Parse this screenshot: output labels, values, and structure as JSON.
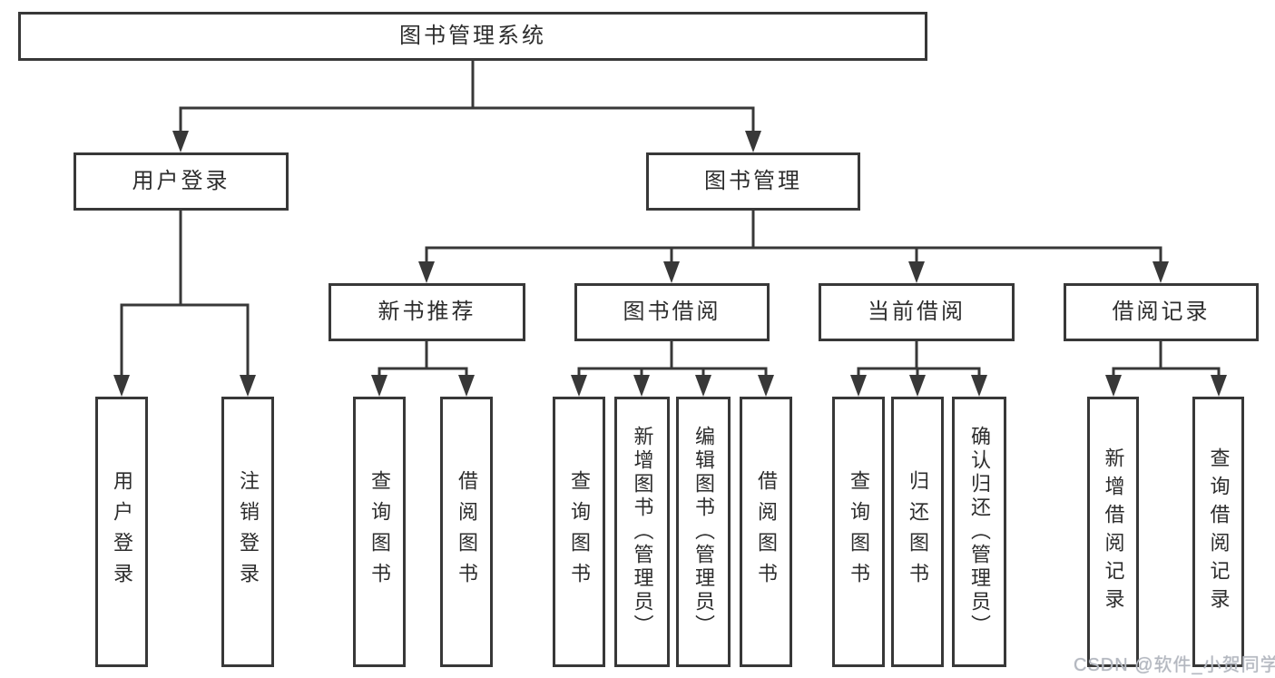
{
  "colors": {
    "line": "#383838",
    "text": "#2d2d2d",
    "watermark": "#b4b8c0",
    "background": "#ffffff"
  },
  "tree": {
    "label": "图书管理系统",
    "children": [
      {
        "label": "用户登录",
        "children": [
          {
            "label": "用户登录"
          },
          {
            "label": "注销登录"
          }
        ]
      },
      {
        "label": "图书管理",
        "children": [
          {
            "label": "新书推荐",
            "children": [
              {
                "label": "查询图书"
              },
              {
                "label": "借阅图书"
              }
            ]
          },
          {
            "label": "图书借阅",
            "children": [
              {
                "label": "查询图书"
              },
              {
                "label": "新增图书（管理员）"
              },
              {
                "label": "编辑图书（管理员）"
              },
              {
                "label": "借阅图书"
              }
            ]
          },
          {
            "label": "当前借阅",
            "children": [
              {
                "label": "查询图书"
              },
              {
                "label": "归还图书"
              },
              {
                "label": "确认归还（管理员）"
              }
            ]
          },
          {
            "label": "借阅记录",
            "children": [
              {
                "label": "新增借阅记录"
              },
              {
                "label": "查询借阅记录"
              }
            ]
          }
        ]
      }
    ]
  },
  "watermark": {
    "text": "CSDN @软件_小贺同学"
  }
}
